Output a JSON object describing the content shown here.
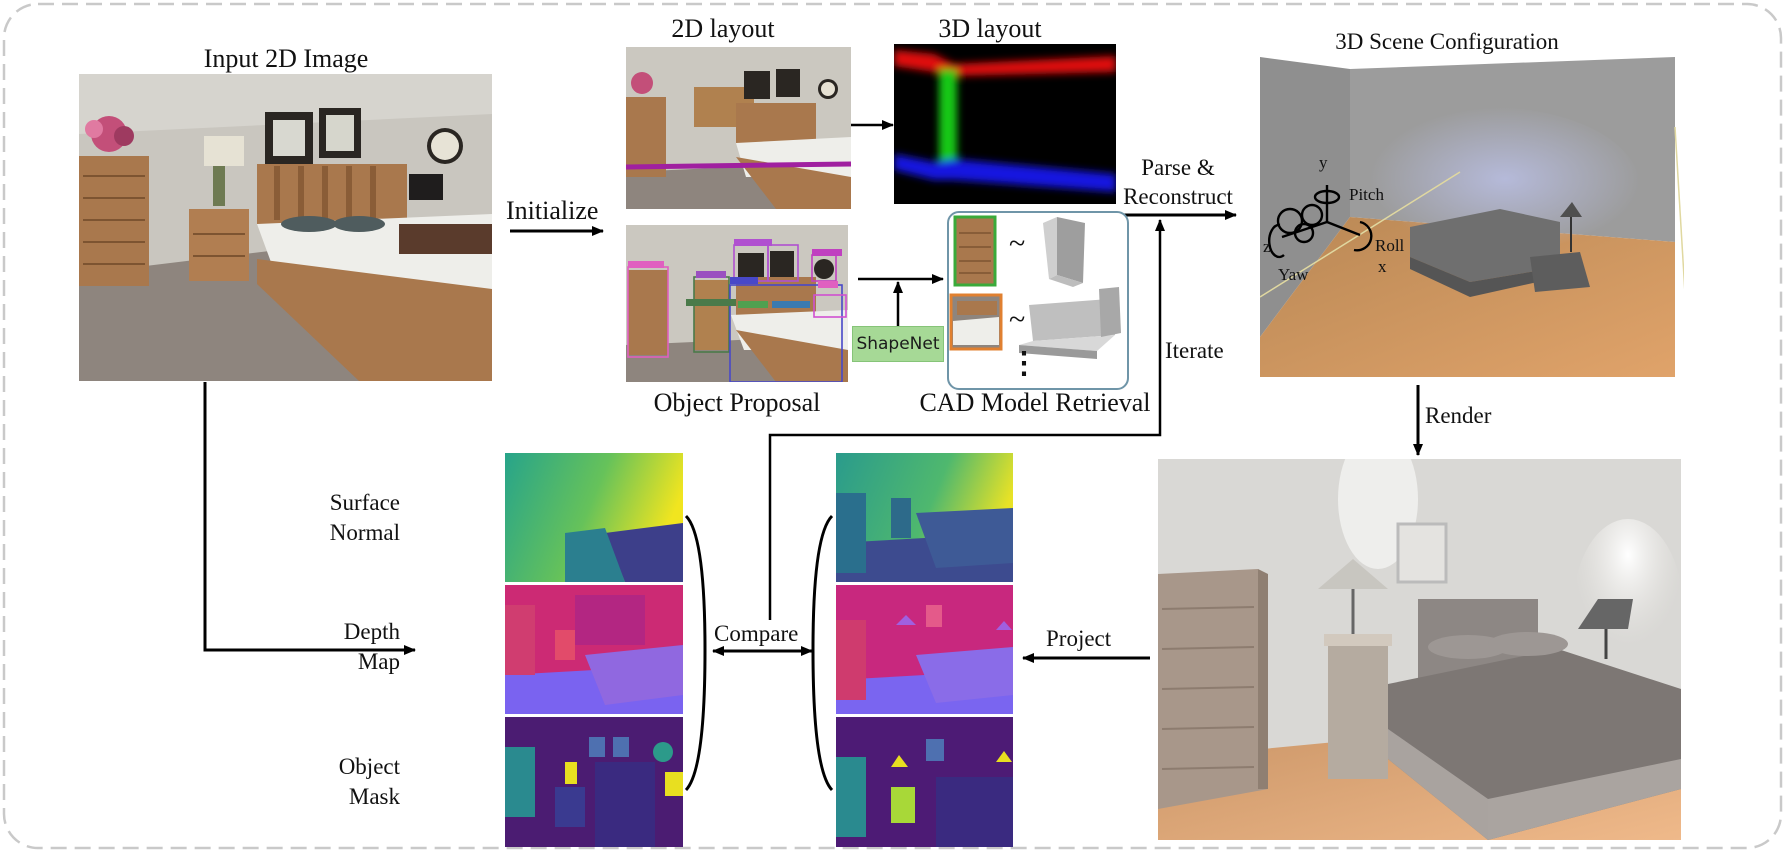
{
  "labels": {
    "input_image": "Input 2D Image",
    "layout_2d": "2D layout",
    "layout_3d": "3D layout",
    "scene_config": "3D Scene Configuration",
    "initialize": "Initialize",
    "parse_line1": "Parse &",
    "parse_line2": "Reconstruct",
    "iterate": "Iterate",
    "render": "Render",
    "object_proposal": "Object Proposal",
    "cad_retrieval": "CAD Model Retrieval",
    "shapenet": "ShapeNet",
    "similar_1": "~",
    "similar_2": "~",
    "more": "⋮",
    "surface_normal_1": "Surface",
    "surface_normal_2": "Normal",
    "depth_map_1": "Depth",
    "depth_map_2": "Map",
    "object_mask_1": "Object",
    "object_mask_2": "Mask",
    "compare": "Compare",
    "project": "Project"
  },
  "axes": {
    "y": "y",
    "z": "z",
    "x": "x",
    "pitch": "Pitch",
    "roll": "Roll",
    "yaw": "Yaw"
  }
}
